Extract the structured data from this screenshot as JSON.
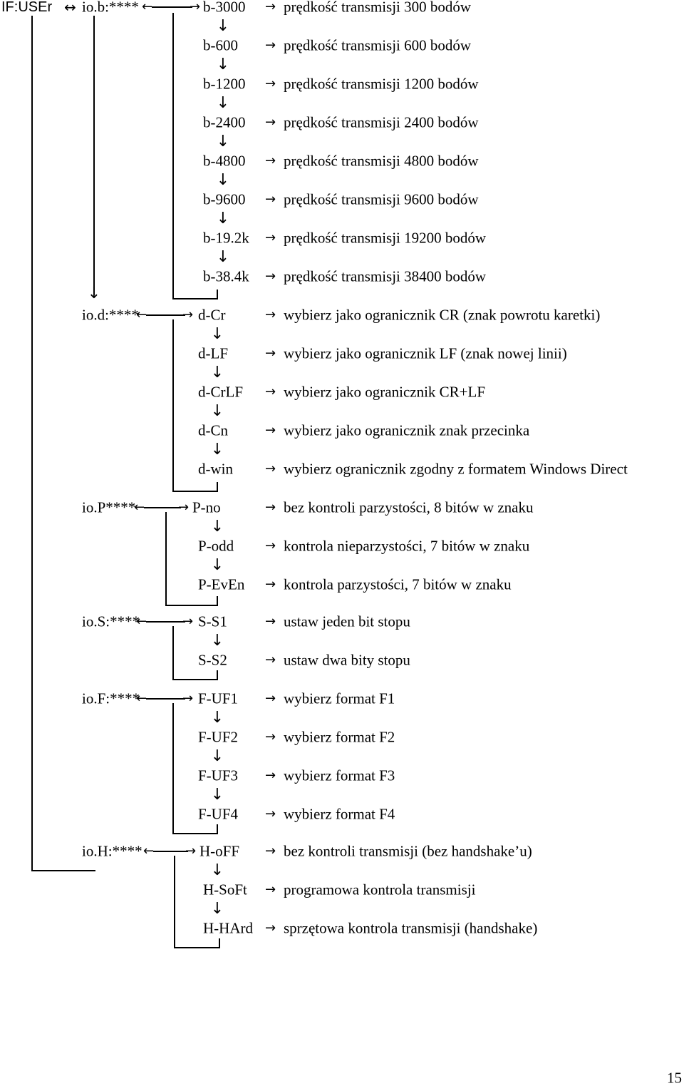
{
  "header": {
    "root": "IF:USEr",
    "first_group": "io.b:****"
  },
  "groups": [
    {
      "label": "io.b:****",
      "items": [
        {
          "code": "b-3000",
          "desc": "prędkość transmisji 300 bodów"
        },
        {
          "code": "b-600",
          "desc": "prędkość transmisji 600 bodów"
        },
        {
          "code": "b-1200",
          "desc": "prędkość transmisji 1200 bodów"
        },
        {
          "code": "b-2400",
          "desc": "prędkość transmisji 2400 bodów"
        },
        {
          "code": "b-4800",
          "desc": "prędkość transmisji 4800 bodów"
        },
        {
          "code": "b-9600",
          "desc": "prędkość transmisji 9600 bodów"
        },
        {
          "code": "b-19.2k",
          "desc": "prędkość transmisji 19200 bodów"
        },
        {
          "code": "b-38.4k",
          "desc": "prędkość transmisji 38400 bodów"
        }
      ]
    },
    {
      "label": "io.d:****",
      "items": [
        {
          "code": "d-Cr",
          "desc": "wybierz jako ogranicznik CR (znak powrotu karetki)"
        },
        {
          "code": "d-LF",
          "desc": "wybierz jako ogranicznik LF (znak nowej linii)"
        },
        {
          "code": "d-CrLF",
          "desc": "wybierz jako ogranicznik CR+LF"
        },
        {
          "code": "d-Cn",
          "desc": "wybierz jako ogranicznik znak przecinka"
        },
        {
          "code": "d-win",
          "desc": "wybierz ogranicznik zgodny z formatem Windows Direct"
        }
      ]
    },
    {
      "label": "io.P****",
      "items": [
        {
          "code": "P-no",
          "desc": "bez kontroli parzystości, 8 bitów w znaku"
        },
        {
          "code": "P-odd",
          "desc": "kontrola nieparzystości, 7 bitów w znaku"
        },
        {
          "code": "P-EvEn",
          "desc": "kontrola parzystości, 7 bitów w znaku"
        }
      ]
    },
    {
      "label": "io.S:****",
      "items": [
        {
          "code": "S-S1",
          "desc": "ustaw jeden bit stopu"
        },
        {
          "code": "S-S2",
          "desc": "ustaw dwa bity stopu"
        }
      ]
    },
    {
      "label": "io.F:****",
      "items": [
        {
          "code": "F-UF1",
          "desc": "wybierz format F1"
        },
        {
          "code": "F-UF2",
          "desc": "wybierz format F2"
        },
        {
          "code": "F-UF3",
          "desc": "wybierz format F3"
        },
        {
          "code": "F-UF4",
          "desc": "wybierz format F4"
        }
      ]
    },
    {
      "label": "io.H:****",
      "items": [
        {
          "code": "H-oFF",
          "desc": "bez kontroli transmisji (bez handshake’u)"
        },
        {
          "code": "H-SoFt",
          "desc": "programowa kontrola transmisji"
        },
        {
          "code": "H-HArd",
          "desc": "sprzętowa kontrola transmisji (handshake)"
        }
      ]
    }
  ],
  "page_number": "15"
}
